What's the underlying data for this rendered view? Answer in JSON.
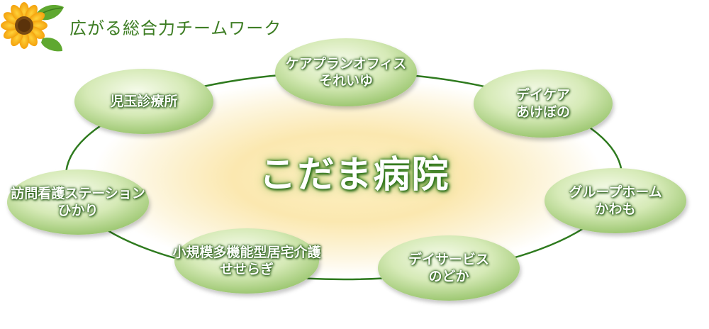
{
  "heading": "広がる総合力チームワーク",
  "center": "こだま病院",
  "nodes": [
    {
      "id": "kodama-clinic",
      "lines": [
        "児玉診療所"
      ]
    },
    {
      "id": "care-plan-office",
      "lines": [
        "ケアプランオフィス",
        "それいゆ"
      ]
    },
    {
      "id": "day-care",
      "lines": [
        "デイケア",
        "あけぼの"
      ]
    },
    {
      "id": "visiting-nurse",
      "lines": [
        "訪問看護ステーション",
        "ひかり"
      ]
    },
    {
      "id": "group-home",
      "lines": [
        "グループホーム",
        "かわも"
      ]
    },
    {
      "id": "small-multifunction-care",
      "lines": [
        "小規模多機能型居宅介護",
        "せせらぎ"
      ]
    },
    {
      "id": "day-service",
      "lines": [
        "デイサービス",
        "のどか"
      ]
    }
  ],
  "colors": {
    "ring": "#2e7a1e",
    "bubble_light": "#f3f8e6",
    "bubble_dark": "#a9cf7c",
    "heading": "#3d7d23",
    "center_glow": "#fbe6a3"
  },
  "icons": [
    "sunflower-icon"
  ]
}
